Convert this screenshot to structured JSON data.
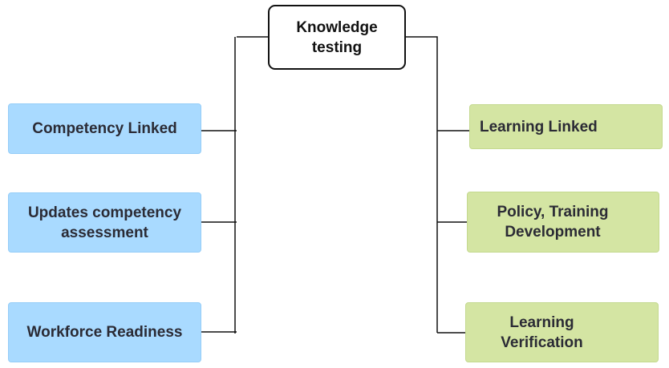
{
  "diagram": {
    "root": {
      "label": "Knowledge\ntesting"
    },
    "left_branches": [
      {
        "label": "Competency Linked"
      },
      {
        "label": "Updates competency\nassessment"
      },
      {
        "label": "Workforce Readiness"
      }
    ],
    "right_branches": [
      {
        "label": "Learning Linked"
      },
      {
        "label": "Policy, Training\nDevelopment"
      },
      {
        "label": "Learning\nVerification"
      }
    ],
    "colors": {
      "left_fill": "#a9daff",
      "right_fill": "#d4e5a3",
      "line": "#111111"
    }
  }
}
